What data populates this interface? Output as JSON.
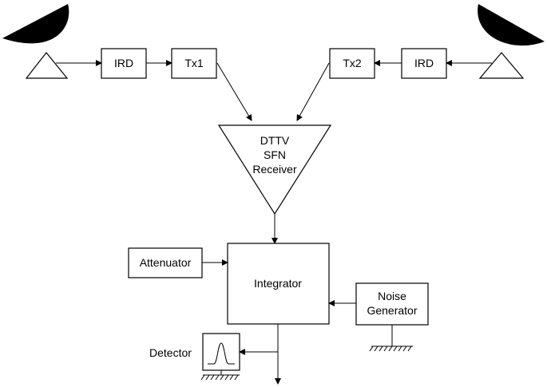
{
  "blocks": {
    "ird_left": "IRD",
    "tx1": "Tx1",
    "tx2": "Tx2",
    "ird_right": "IRD",
    "receiver_line1": "DTTV",
    "receiver_line2": "SFN",
    "receiver_line3": "Receiver",
    "attenuator": "Attenuator",
    "integrator": "Integrator",
    "noise_line1": "Noise",
    "noise_line2": "Generator",
    "detector": "Detector"
  },
  "icons": {
    "left_antenna": "satellite-dish-icon",
    "right_antenna": "satellite-dish-icon",
    "detector_display": "pulse-waveform-icon",
    "ground": "ground-symbol-icon"
  }
}
